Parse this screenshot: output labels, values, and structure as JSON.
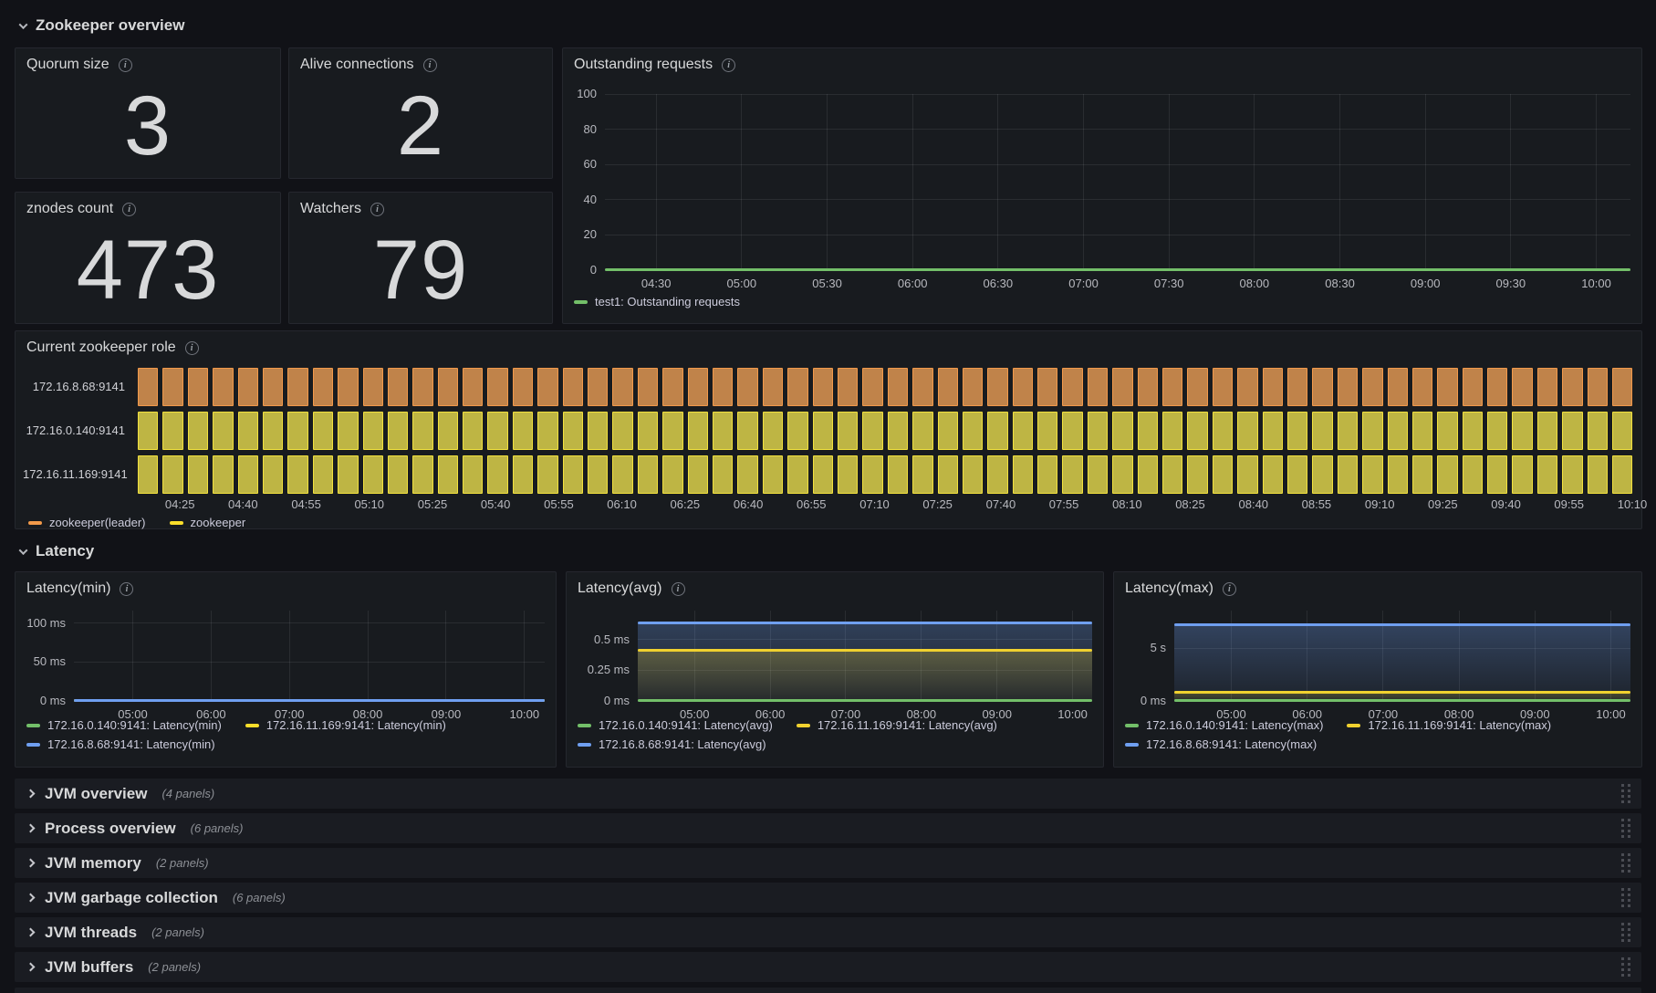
{
  "icons": {
    "info": "i"
  },
  "sections": {
    "overview": {
      "title": "Zookeeper overview"
    },
    "latency": {
      "title": "Latency"
    }
  },
  "stats": [
    {
      "title": "Quorum size",
      "value": "3"
    },
    {
      "title": "Alive connections",
      "value": "2"
    },
    {
      "title": "znodes count",
      "value": "473"
    },
    {
      "title": "Watchers",
      "value": "79"
    }
  ],
  "chart_data": {
    "outstanding_requests": {
      "type": "line",
      "title": "Outstanding requests",
      "ylim": [
        0,
        100
      ],
      "grid": {
        "h": true,
        "v": true
      },
      "y_ticks": [
        {
          "label": "0",
          "frac": 0
        },
        {
          "label": "20",
          "frac": 0.2
        },
        {
          "label": "40",
          "frac": 0.4
        },
        {
          "label": "60",
          "frac": 0.6
        },
        {
          "label": "80",
          "frac": 0.8
        },
        {
          "label": "100",
          "frac": 1
        }
      ],
      "x_ticks": [
        {
          "label": "04:30",
          "frac": 0.05
        },
        {
          "label": "05:00",
          "frac": 0.1333
        },
        {
          "label": "05:30",
          "frac": 0.2167
        },
        {
          "label": "06:00",
          "frac": 0.3
        },
        {
          "label": "06:30",
          "frac": 0.3833
        },
        {
          "label": "07:00",
          "frac": 0.4667
        },
        {
          "label": "07:30",
          "frac": 0.55
        },
        {
          "label": "08:00",
          "frac": 0.6333
        },
        {
          "label": "08:30",
          "frac": 0.7167
        },
        {
          "label": "09:00",
          "frac": 0.8
        },
        {
          "label": "09:30",
          "frac": 0.8833
        },
        {
          "label": "10:00",
          "frac": 0.9667
        }
      ],
      "series": [
        {
          "name": "test1: Outstanding requests",
          "color": "#73bf69",
          "value": "0",
          "value_frac": 0,
          "fill": null
        }
      ],
      "legend_rows": [
        [
          0
        ]
      ]
    },
    "current_zookeeper_role": {
      "type": "state-timeline",
      "title": "Current zookeeper role",
      "samples": 60,
      "rows": [
        {
          "label": "172.16.8.68:9141",
          "state": "zookeeper(leader)"
        },
        {
          "label": "172.16.0.140:9141",
          "state": "zookeeper"
        },
        {
          "label": "172.16.11.169:9141",
          "state": "zookeeper"
        }
      ],
      "states": {
        "zookeeper(leader)": {
          "fill": "#c0834a",
          "border": "#f2994a"
        },
        "zookeeper": {
          "fill": "#beb544",
          "border": "#f2e13d"
        }
      },
      "x_ticks": [
        {
          "label": "04:25",
          "frac": 0.0282
        },
        {
          "label": "04:40",
          "frac": 0.0704
        },
        {
          "label": "04:55",
          "frac": 0.1127
        },
        {
          "label": "05:10",
          "frac": 0.1549
        },
        {
          "label": "05:25",
          "frac": 0.1972
        },
        {
          "label": "05:40",
          "frac": 0.2394
        },
        {
          "label": "05:55",
          "frac": 0.2817
        },
        {
          "label": "06:10",
          "frac": 0.3239
        },
        {
          "label": "06:25",
          "frac": 0.3662
        },
        {
          "label": "06:40",
          "frac": 0.4085
        },
        {
          "label": "06:55",
          "frac": 0.4507
        },
        {
          "label": "07:10",
          "frac": 0.493
        },
        {
          "label": "07:25",
          "frac": 0.5352
        },
        {
          "label": "07:40",
          "frac": 0.5775
        },
        {
          "label": "07:55",
          "frac": 0.6197
        },
        {
          "label": "08:10",
          "frac": 0.662
        },
        {
          "label": "08:25",
          "frac": 0.7042
        },
        {
          "label": "08:40",
          "frac": 0.7465
        },
        {
          "label": "08:55",
          "frac": 0.7887
        },
        {
          "label": "09:10",
          "frac": 0.831
        },
        {
          "label": "09:25",
          "frac": 0.8732
        },
        {
          "label": "09:40",
          "frac": 0.9155
        },
        {
          "label": "09:55",
          "frac": 0.9577
        },
        {
          "label": "10:10",
          "frac": 1.0
        }
      ],
      "legend": [
        {
          "label": "zookeeper(leader)",
          "color": "#f2994a"
        },
        {
          "label": "zookeeper",
          "color": "#fade2a"
        }
      ]
    },
    "latency_min": {
      "type": "line",
      "title": "Latency(min)",
      "grid": {
        "h": true,
        "v": true
      },
      "y_ticks": [
        {
          "label": "0 ms",
          "frac": 0
        },
        {
          "label": "50 ms",
          "frac": 0.43
        },
        {
          "label": "100 ms",
          "frac": 0.86
        }
      ],
      "x_ticks": [
        {
          "label": "05:00",
          "frac": 0.125
        },
        {
          "label": "06:00",
          "frac": 0.2914
        },
        {
          "label": "07:00",
          "frac": 0.4578
        },
        {
          "label": "08:00",
          "frac": 0.6242
        },
        {
          "label": "09:00",
          "frac": 0.7906
        },
        {
          "label": "10:00",
          "frac": 0.957
        }
      ],
      "series": [
        {
          "name": "172.16.0.140:9141: Latency(min)",
          "color": "#73bf69",
          "value": "0 ms",
          "value_frac": 0,
          "fill": null
        },
        {
          "name": "172.16.11.169:9141: Latency(min)",
          "color": "#fade2a",
          "value": "0 ms",
          "value_frac": 0,
          "fill": null
        },
        {
          "name": "172.16.8.68:9141: Latency(min)",
          "color": "#6f9ff0",
          "value": "0 ms",
          "value_frac": 0,
          "fill": null
        }
      ],
      "legend_rows": [
        [
          0,
          1
        ],
        [
          2
        ]
      ]
    },
    "latency_avg": {
      "type": "line",
      "title": "Latency(avg)",
      "grid": {
        "h": true,
        "v": true
      },
      "y_ticks": [
        {
          "label": "0 ms",
          "frac": 0
        },
        {
          "label": "0.25 ms",
          "frac": 0.343
        },
        {
          "label": "0.5 ms",
          "frac": 0.677
        }
      ],
      "x_ticks": [
        {
          "label": "05:00",
          "frac": 0.125
        },
        {
          "label": "06:00",
          "frac": 0.2914
        },
        {
          "label": "07:00",
          "frac": 0.4578
        },
        {
          "label": "08:00",
          "frac": 0.6242
        },
        {
          "label": "09:00",
          "frac": 0.7906
        },
        {
          "label": "10:00",
          "frac": 0.957
        }
      ],
      "series": [
        {
          "name": "172.16.0.140:9141: Latency(avg)",
          "color": "#73bf69",
          "value": "0 ms",
          "value_frac": 0,
          "fill": null
        },
        {
          "name": "172.16.11.169:9141: Latency(avg)",
          "color": "#f0d12f",
          "value": "0.4 ms",
          "value_frac": 0.556,
          "fill": {
            "from": "rgba(240,209,47,0.25)",
            "to": "rgba(240,209,47,0.04)"
          }
        },
        {
          "name": "172.16.8.68:9141: Latency(avg)",
          "color": "#6f9ff0",
          "value": "0.62 ms",
          "value_frac": 0.859,
          "fill": {
            "from": "rgba(111,159,240,0.28)",
            "to": "rgba(111,159,240,0.06)"
          }
        }
      ],
      "legend_rows": [
        [
          0,
          1
        ],
        [
          2
        ]
      ]
    },
    "latency_max": {
      "type": "line",
      "title": "Latency(max)",
      "grid": {
        "h": true,
        "v": true
      },
      "y_ticks": [
        {
          "label": "0 ms",
          "frac": 0
        },
        {
          "label": "5 s",
          "frac": 0.586
        }
      ],
      "x_ticks": [
        {
          "label": "05:00",
          "frac": 0.125
        },
        {
          "label": "06:00",
          "frac": 0.2914
        },
        {
          "label": "07:00",
          "frac": 0.4578
        },
        {
          "label": "08:00",
          "frac": 0.6242
        },
        {
          "label": "09:00",
          "frac": 0.7906
        },
        {
          "label": "10:00",
          "frac": 0.957
        }
      ],
      "series": [
        {
          "name": "172.16.0.140:9141: Latency(max)",
          "color": "#73bf69",
          "value": "0 ms",
          "value_frac": 0,
          "fill": null
        },
        {
          "name": "172.16.11.169:9141: Latency(max)",
          "color": "#f0d12f",
          "value": "0.7 s",
          "value_frac": 0.091,
          "fill": {
            "from": "rgba(240,209,47,0.22)",
            "to": "rgba(240,209,47,0.05)"
          }
        },
        {
          "name": "172.16.8.68:9141: Latency(max)",
          "color": "#6f9ff0",
          "value": "7.5 s",
          "value_frac": 0.838,
          "fill": {
            "from": "rgba(111,159,240,0.30)",
            "to": "rgba(111,159,240,0.06)"
          }
        }
      ],
      "legend_rows": [
        [
          0,
          1
        ],
        [
          2
        ]
      ]
    }
  },
  "collapsed_rows": [
    {
      "title": "JVM overview",
      "count": "(4 panels)"
    },
    {
      "title": "Process overview",
      "count": "(6 panels)"
    },
    {
      "title": "JVM memory",
      "count": "(2 panels)"
    },
    {
      "title": "JVM garbage collection",
      "count": "(6 panels)"
    },
    {
      "title": "JVM threads",
      "count": "(2 panels)"
    },
    {
      "title": "JVM buffers",
      "count": "(2 panels)"
    }
  ]
}
